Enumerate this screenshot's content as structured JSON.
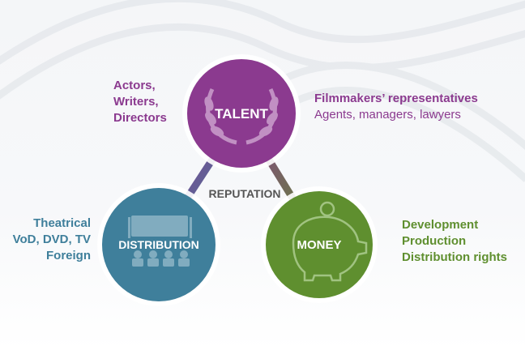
{
  "colors": {
    "talent": "#8b3a8f",
    "distribution": "#3f7f9b",
    "money": "#5f8f2f",
    "reputation_text": "#555555"
  },
  "center_label": "REPUTATION",
  "nodes": {
    "talent": {
      "label": "TALENT",
      "icon": "laurel-wreath-icon"
    },
    "distribution": {
      "label": "DISTRIBUTION",
      "icon": "cinema-audience-icon"
    },
    "money": {
      "label": "MONEY",
      "icon": "piggy-bank-icon"
    }
  },
  "annotations": {
    "talent_left": [
      "Actors,",
      "Writers,",
      "Directors"
    ],
    "talent_right": {
      "heading": "Filmmakers’ representatives",
      "line": "Agents, managers, lawyers"
    },
    "distribution_left": [
      "Theatrical",
      "VoD, DVD, TV",
      "Foreign"
    ],
    "money_right": [
      "Development",
      "Production",
      "Distribution rights"
    ]
  }
}
